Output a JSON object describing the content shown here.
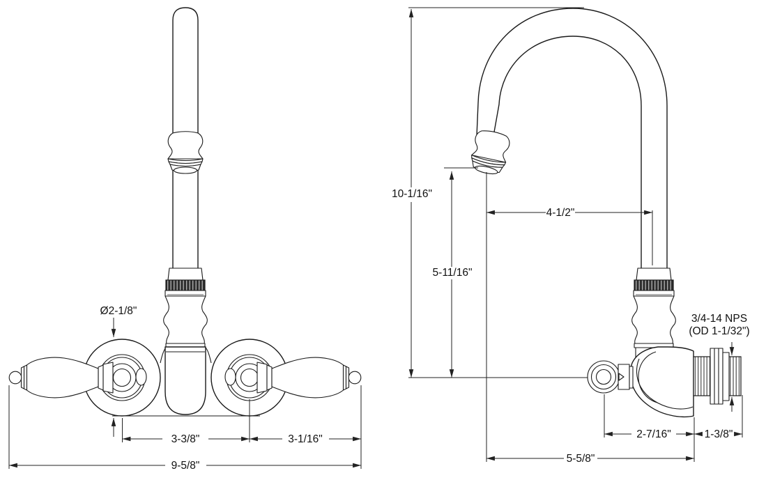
{
  "drawing": {
    "type": "technical-dimension-drawing",
    "subject": "wall-mount gooseneck faucet, front and side orthographic views",
    "background_color": "#ffffff",
    "line_color": "#1a1a1a",
    "knurl_color": "#2e2e2e",
    "front_view": {
      "dimensions": {
        "escutcheon_diameter": "Ø2-1/8\"",
        "handle_spacing": "3-3/8\"",
        "handle_center_to_lever_tip": "3-1/16\"",
        "overall_width": "9-5/8\""
      }
    },
    "side_view": {
      "dimensions": {
        "overall_height": "10-1/16\"",
        "outlet_height": "5-11/16\"",
        "spout_reach": "4-1/2\"",
        "thread_spec_line1": "3/4-14 NPS",
        "thread_spec_line2": "(OD 1-1/32\")",
        "wall_to_handle_center": "2-7/16\"",
        "thread_length": "1-3/8\"",
        "overall_depth": "5-5/8\""
      }
    }
  }
}
